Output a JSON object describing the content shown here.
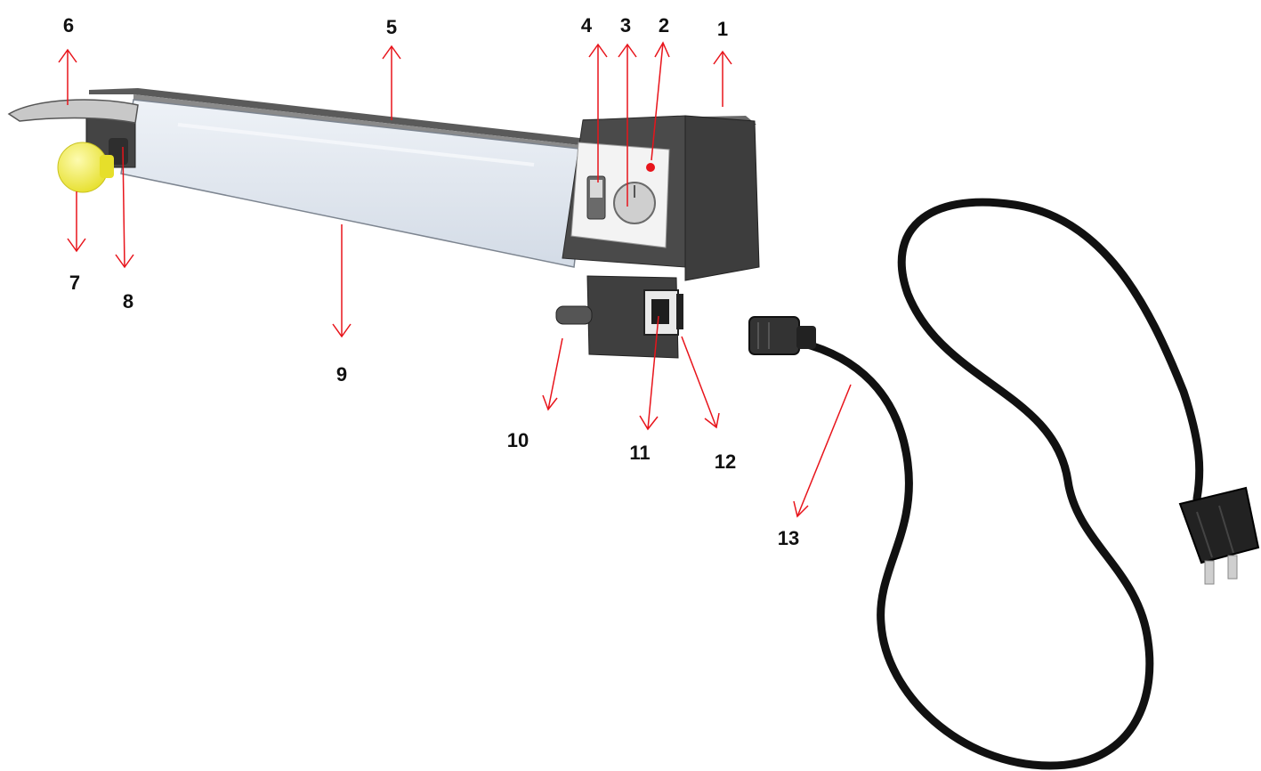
{
  "colors": {
    "arrow": "#e8141b",
    "housing": "#4a4a4a",
    "housing_dark": "#3a3a3a",
    "panel": "#f2f2f2",
    "tube": "#dfe6ef",
    "bulb": "#f7f25e",
    "cord": "#111111",
    "indicator": "#e8141b"
  },
  "callouts": [
    {
      "id": "1",
      "label": "1"
    },
    {
      "id": "2",
      "label": "2"
    },
    {
      "id": "3",
      "label": "3"
    },
    {
      "id": "4",
      "label": "4"
    },
    {
      "id": "5",
      "label": "5"
    },
    {
      "id": "6",
      "label": "6"
    },
    {
      "id": "7",
      "label": "7"
    },
    {
      "id": "8",
      "label": "8"
    },
    {
      "id": "9",
      "label": "9"
    },
    {
      "id": "10",
      "label": "10"
    },
    {
      "id": "11",
      "label": "11"
    },
    {
      "id": "12",
      "label": "12"
    },
    {
      "id": "13",
      "label": "13"
    }
  ]
}
